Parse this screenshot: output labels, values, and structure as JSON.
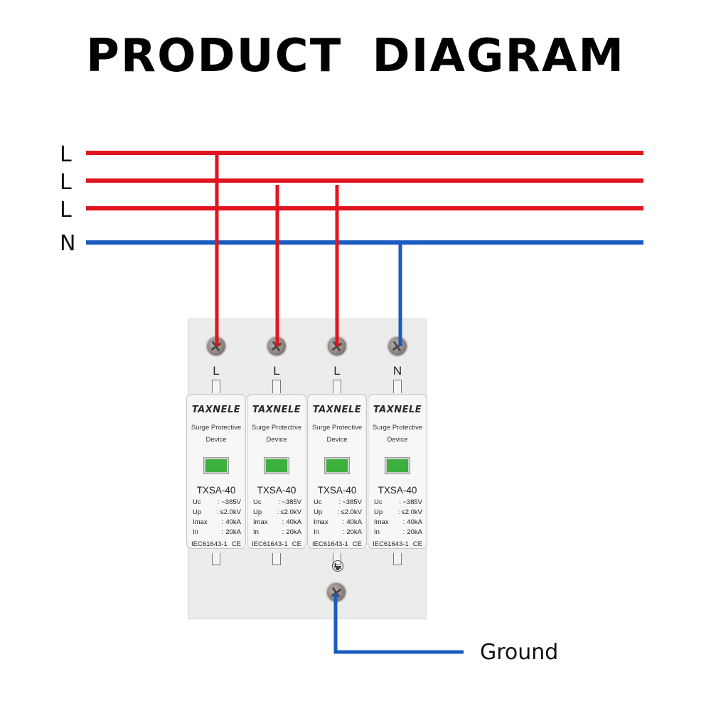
{
  "title": "PRODUCT DIAGRAM",
  "lines": [
    {
      "label": "L",
      "color": "#e0151f"
    },
    {
      "label": "L",
      "color": "#e0151f"
    },
    {
      "label": "L",
      "color": "#e0151f"
    },
    {
      "label": "N",
      "color": "#1a5bbf"
    }
  ],
  "terminals": [
    "L",
    "L",
    "L",
    "N"
  ],
  "modules": [
    {
      "brand": "TAXNELE",
      "desc1": "Surge Protective",
      "desc2": "Device",
      "model": "TXSA-40",
      "specs": [
        {
          "k": "Uc",
          "v": "~385V"
        },
        {
          "k": "Up",
          "v": "≤2.0kV"
        },
        {
          "k": "Imax",
          "v": "40kA"
        },
        {
          "k": "In",
          "v": "20kA"
        }
      ],
      "standard": "IEC61643-1",
      "mark": "CE",
      "indicator_color": "#3cb03c"
    },
    {
      "brand": "TAXNELE",
      "desc1": "Surge Protective",
      "desc2": "Device",
      "model": "TXSA-40",
      "specs": [
        {
          "k": "Uc",
          "v": "~385V"
        },
        {
          "k": "Up",
          "v": "≤2.0kV"
        },
        {
          "k": "Imax",
          "v": "40kA"
        },
        {
          "k": "In",
          "v": "20kA"
        }
      ],
      "standard": "IEC61643-1",
      "mark": "CE",
      "indicator_color": "#3cb03c"
    },
    {
      "brand": "TAXNELE",
      "desc1": "Surge Protective",
      "desc2": "Device",
      "model": "TXSA-40",
      "specs": [
        {
          "k": "Uc",
          "v": "~385V"
        },
        {
          "k": "Up",
          "v": "≤2.0kV"
        },
        {
          "k": "Imax",
          "v": "40kA"
        },
        {
          "k": "In",
          "v": "20kA"
        }
      ],
      "standard": "IEC61643-1",
      "mark": "CE",
      "indicator_color": "#3cb03c"
    },
    {
      "brand": "TAXNELE",
      "desc1": "Surge Protective",
      "desc2": "Device",
      "model": "TXSA-40",
      "specs": [
        {
          "k": "Uc",
          "v": "~385V"
        },
        {
          "k": "Up",
          "v": "≤2.0kV"
        },
        {
          "k": "Imax",
          "v": "40kA"
        },
        {
          "k": "In",
          "v": "20kA"
        }
      ],
      "standard": "IEC61643-1",
      "mark": "CE",
      "indicator_color": "#3cb03c"
    }
  ],
  "ground": {
    "label": "Ground",
    "icon": "ground-icon",
    "color": "#1a5bbf"
  }
}
